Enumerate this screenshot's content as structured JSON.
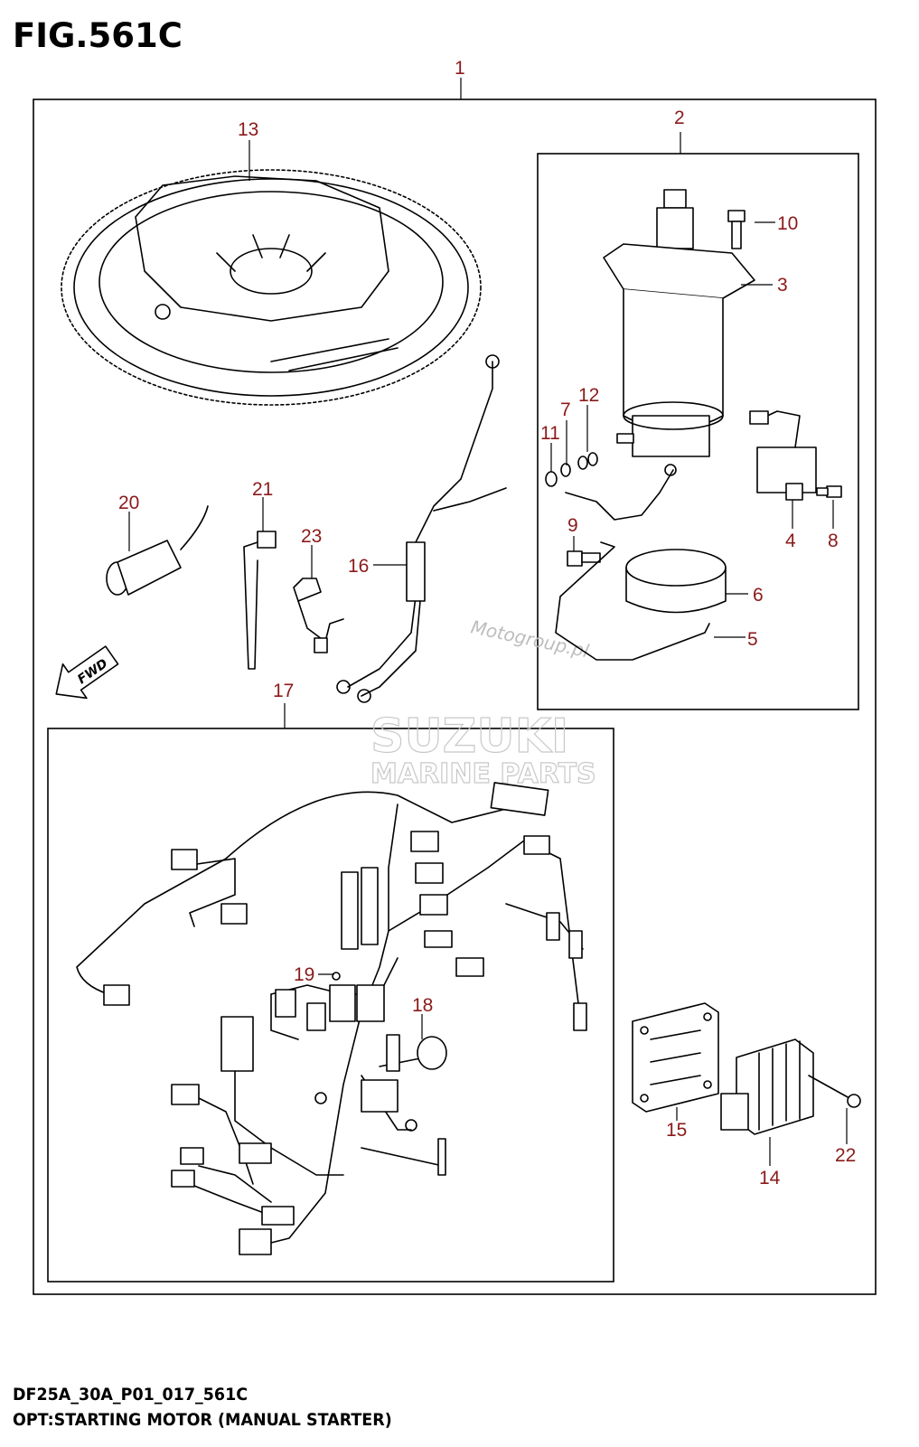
{
  "figure": {
    "title": "FIG.561C",
    "code": "DF25A_30A_P01_017_561C",
    "caption": "OPT:STARTING MOTOR (MANUAL STARTER)"
  },
  "fwd_label": "FWD",
  "watermarks": {
    "site": "Motogroup.pl",
    "brand": "SUZUKI",
    "sub": "MARINE PARTS"
  },
  "colors": {
    "callout": "#8b1a1a",
    "line": "#000000",
    "watermark": "#c8c8c8"
  },
  "callouts": [
    "1",
    "2",
    "3",
    "4",
    "5",
    "6",
    "7",
    "8",
    "9",
    "10",
    "11",
    "12",
    "13",
    "14",
    "15",
    "16",
    "17",
    "18",
    "19",
    "20",
    "21",
    "22",
    "23"
  ]
}
